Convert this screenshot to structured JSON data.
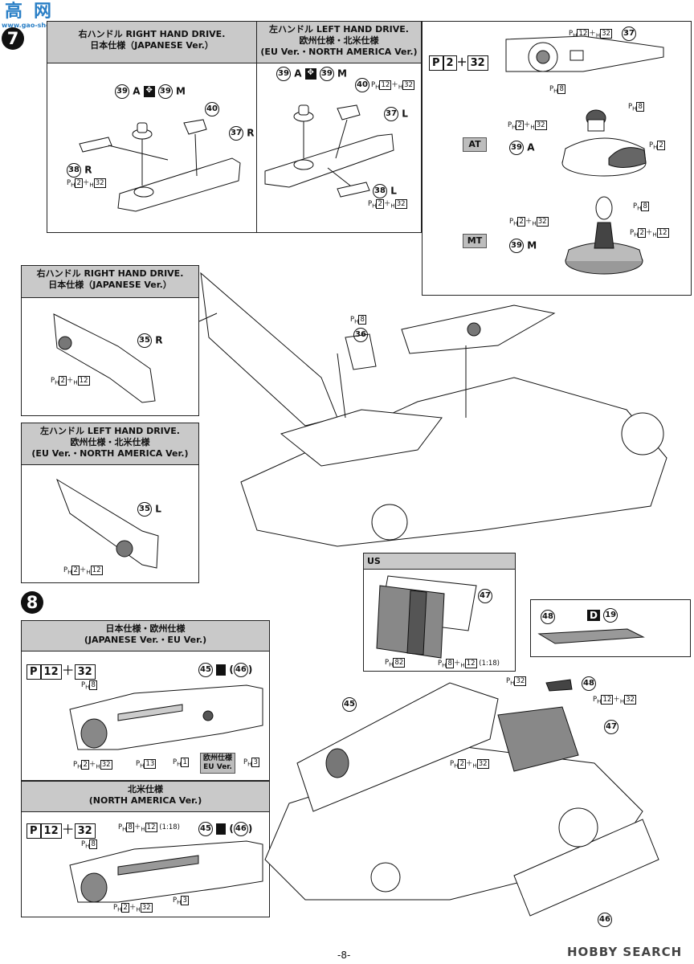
{
  "watermark_tl": {
    "line1": "高",
    "line2": "www.gao-shou.net",
    "mid": "网"
  },
  "step7": {
    "number": "7",
    "rhd_header": {
      "line1": "右ハンドル RIGHT HAND DRIVE.",
      "line2": "日本仕様（JAPANESE Ver.）"
    },
    "lhd_header": {
      "line1": "左ハンドル LEFT HAND DRIVE.",
      "line2": "欧州仕様・北米仕様",
      "line3": "(EU Ver.・NORTH AMERICA Ver.)"
    },
    "rhd_labels": {
      "p39a": "39",
      "a": "A",
      "p39m": "39",
      "m": "M",
      "p40": "40",
      "p37": "37",
      "r37": "R",
      "p38": "38",
      "r38": "R",
      "glue": "2",
      "paint": "32"
    },
    "lhd_labels": {
      "p39a": "39",
      "a": "A",
      "p39m": "39",
      "m": "M",
      "p40": "40",
      "p37": "37",
      "l37": "L",
      "p38": "38",
      "l38": "L",
      "glue40a": "12",
      "glue40b": "32",
      "glue": "2",
      "paint": "32"
    },
    "detail": {
      "mix_a": "2",
      "mix_b": "32",
      "p37": "37",
      "c12": "12",
      "c32": "32",
      "c8": "8",
      "at_tag": "AT",
      "mt_tag": "MT",
      "at_part": "39",
      "at_letter": "A",
      "mt_part": "39",
      "mt_letter": "M",
      "at_c8": "8",
      "at_c2": "2",
      "at_c32": "32",
      "at_c2b": "2",
      "mt_c8": "8",
      "mt_c2": "2",
      "mt_c32": "32",
      "mt_c2b": "2",
      "mt_c12": "12"
    },
    "side_rhd_header": {
      "line1": "右ハンドル RIGHT HAND DRIVE.",
      "line2": "日本仕様（JAPANESE Ver.）"
    },
    "side_lhd_header": {
      "line1": "左ハンドル LEFT HAND DRIVE.",
      "line2": "欧州仕様・北米仕様",
      "line3": "(EU Ver.・NORTH AMERICA Ver.)"
    },
    "side_rhd": {
      "part": "35",
      "letter": "R",
      "c2": "2",
      "c12": "12"
    },
    "side_lhd": {
      "part": "35",
      "letter": "L",
      "c2": "2",
      "c12": "12"
    },
    "p36": "36",
    "p36c8": "8"
  },
  "step8": {
    "number": "8",
    "jp_header": {
      "line1": "日本仕様・欧州仕様",
      "line2": "(JAPANESE Ver.・EU Ver.)"
    },
    "na_header": {
      "line1": "北米仕様",
      "line2": "(NORTH AMERICA Ver.)"
    },
    "mix_a": "12",
    "mix_b": "32",
    "p45": "45",
    "p46": "46",
    "p47": "47",
    "p48": "48",
    "c8": "8",
    "c2": "2",
    "c32": "32",
    "c13": "13",
    "c1": "1",
    "c3": "3",
    "c12": "12",
    "eu_label1": "欧州仕様",
    "eu_label2": "EU Ver.",
    "ratio": "(1:18)",
    "us_tag": "US",
    "us_c82": "82",
    "us_c8": "8",
    "us_c12": "12",
    "d_letter": "D",
    "d_num": "19"
  },
  "footer": {
    "page": "-8-",
    "brand": "HOBBY SEARCH"
  }
}
